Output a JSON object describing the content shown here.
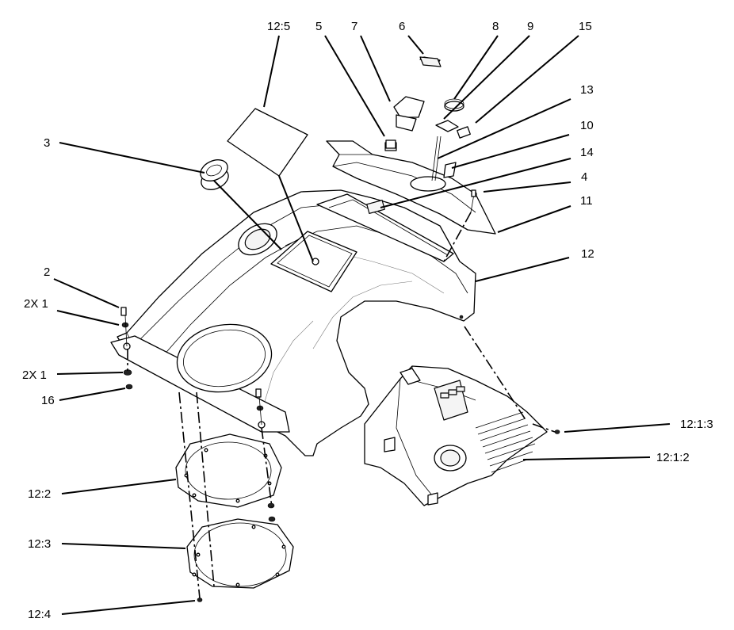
{
  "labels": {
    "l1": "12:5",
    "l2": "5",
    "l3": "7",
    "l4": "6",
    "l5": "8",
    "l6": "9",
    "l7": "15",
    "l8": "13",
    "l9": "10",
    "l10": "14",
    "l11": "4",
    "l12": "11",
    "l13": "3",
    "l14": "12",
    "l15": "2",
    "l16": "2X 1",
    "l17": "2X 1",
    "l18": "16",
    "l19": "12:1:3",
    "l20": "12:1:2",
    "l21": "12:2",
    "l22": "12:3",
    "l23": "12:4"
  }
}
